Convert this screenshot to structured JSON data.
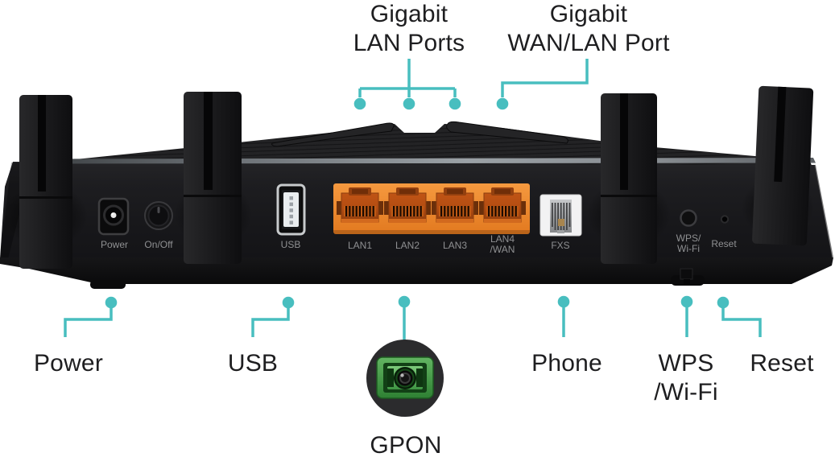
{
  "diagram_title": "Router rear panel port diagram",
  "colors": {
    "callout_teal": "#48BEBF",
    "label_text": "#1E1E20",
    "panel_label_text": "#8F9092",
    "body_black": "#1B1B1D",
    "lan_panel_orange": "#ED8A35",
    "gpon_green": "#4CA64C",
    "background": "#FFFFFF"
  },
  "top_callouts": {
    "lan": {
      "line1": "Gigabit",
      "line2": "LAN Ports"
    },
    "wan": {
      "line1": "Gigabit",
      "line2": "WAN/LAN Port"
    }
  },
  "bottom_callouts": {
    "power": "Power",
    "usb": "USB",
    "gpon": "GPON",
    "phone": "Phone",
    "wps": {
      "line1": "WPS",
      "line2": "/Wi-Fi"
    },
    "reset": "Reset"
  },
  "panel_labels": {
    "power": "Power",
    "onoff": "On/Off",
    "usb": "USB",
    "lan1": "LAN1",
    "lan2": "LAN2",
    "lan3": "LAN3",
    "lan4": {
      "line1": "LAN4",
      "line2": "/WAN"
    },
    "fxs": "FXS",
    "wps": {
      "line1": "WPS/",
      "line2": "Wi-Fi"
    },
    "reset": "Reset"
  }
}
